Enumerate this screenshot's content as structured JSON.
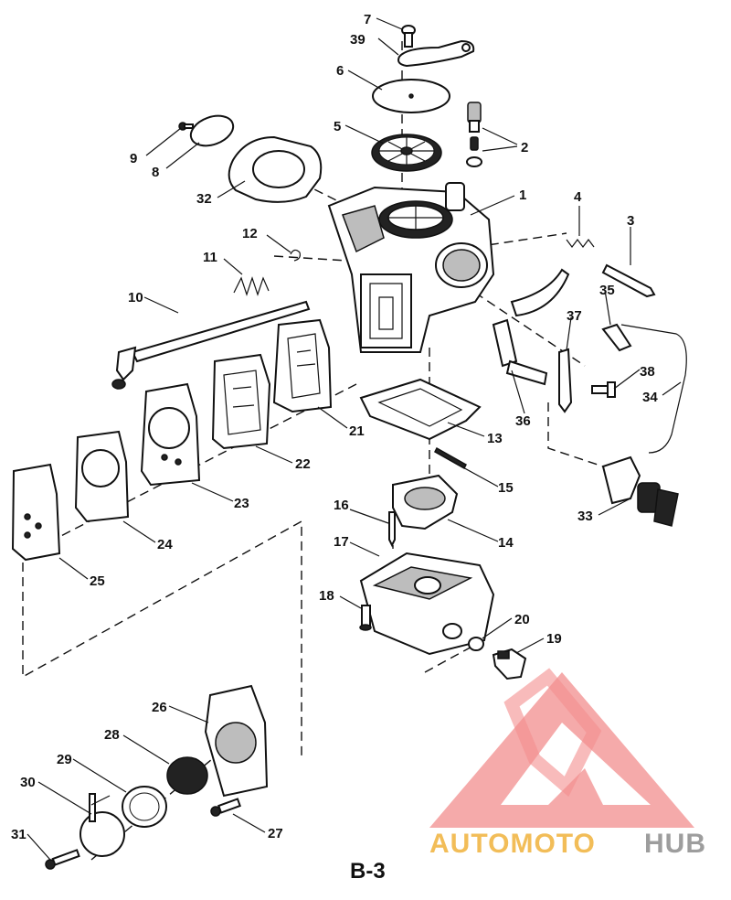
{
  "diagram": {
    "page_label": "B-3",
    "callouts": [
      "1",
      "2",
      "3",
      "4",
      "5",
      "6",
      "7",
      "8",
      "9",
      "10",
      "11",
      "12",
      "13",
      "14",
      "15",
      "16",
      "17",
      "18",
      "19",
      "20",
      "21",
      "22",
      "23",
      "24",
      "25",
      "26",
      "27",
      "28",
      "29",
      "30",
      "31",
      "32",
      "33",
      "34",
      "35",
      "36",
      "37",
      "38",
      "39"
    ]
  },
  "watermark": {
    "brand_part_1": "AUTOMOTO",
    "brand_part_2": "HUB",
    "colors": {
      "triangle": "#f07a7a",
      "auto": "#f0b23c",
      "hub": "#8c8c8c"
    }
  }
}
